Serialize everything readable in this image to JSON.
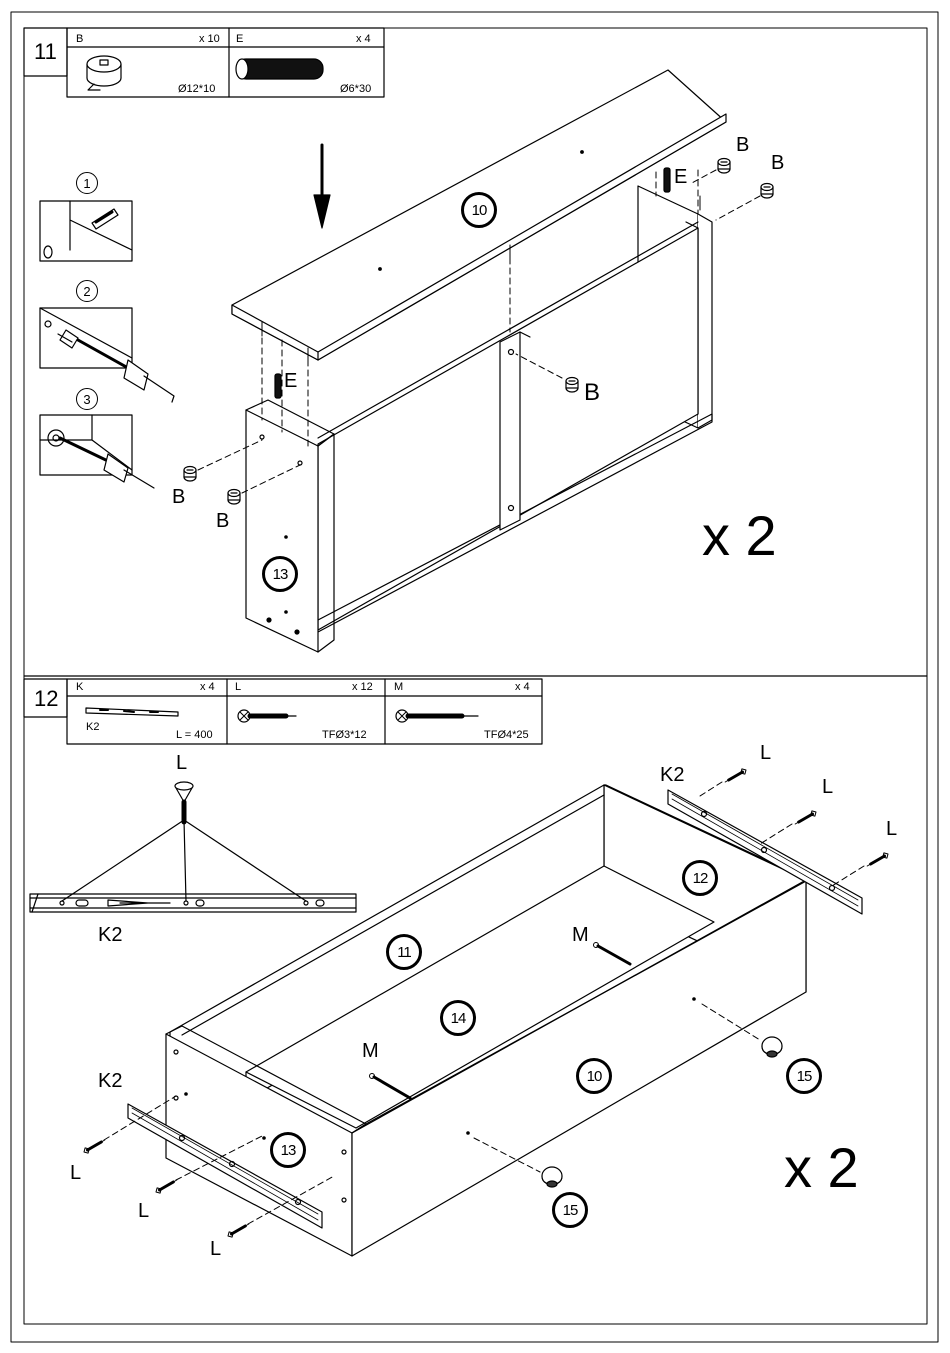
{
  "step11": {
    "number": "11",
    "parts": [
      {
        "letter": "B",
        "qty": "x 10",
        "size": "Ø12*10"
      },
      {
        "letter": "E",
        "qty": "x 4",
        "size": "Ø6*30"
      }
    ],
    "substeps": [
      "1",
      "2",
      "3"
    ],
    "panel_labels": {
      "top": "10",
      "side": "13"
    },
    "part_labels": {
      "e": "E",
      "b": "B"
    },
    "multiplier": "x 2"
  },
  "step12": {
    "number": "12",
    "parts": [
      {
        "letter": "K",
        "qty": "x 4",
        "sub": "K2",
        "size": "L = 400"
      },
      {
        "letter": "L",
        "qty": "x 12",
        "size": "TFØ3*12"
      },
      {
        "letter": "M",
        "qty": "x 4",
        "size": "TFØ4*25"
      }
    ],
    "panel_labels": {
      "back": "11",
      "right": "12",
      "bottom": "14",
      "front": "10",
      "left": "13",
      "knob": "15"
    },
    "part_labels": {
      "l": "L",
      "k2": "K2",
      "m": "M"
    },
    "multiplier": "x 2"
  }
}
